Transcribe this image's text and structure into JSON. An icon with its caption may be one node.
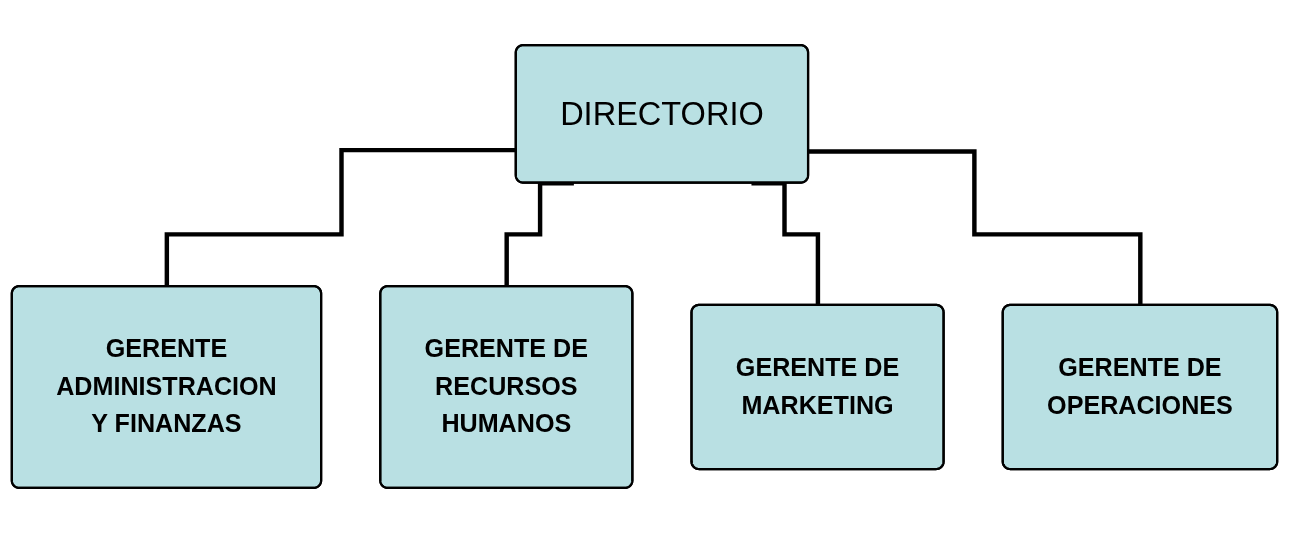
{
  "diagram": {
    "nodes": [
      {
        "text": [
          "DIRECTORIO"
        ]
      },
      {
        "text": [
          "GERENTE ADMINISTRACION Y FINANZAS"
        ]
      },
      {
        "text": [
          "GERENTE DE RECURSOS HUMANOS"
        ]
      },
      {
        "text": [
          "GERENTE DE MARKETING"
        ]
      },
      {
        "text": [
          "GERENTE DE OPERACIONES"
        ]
      }
    ],
    "edges": [
      {
        "from": 0,
        "to": 1,
        "arrow": "none"
      },
      {
        "from": 0,
        "to": 2,
        "arrow": "none"
      },
      {
        "from": 0,
        "to": 3,
        "arrow": "none"
      },
      {
        "from": 0,
        "to": 4,
        "arrow": "none"
      }
    ]
  }
}
